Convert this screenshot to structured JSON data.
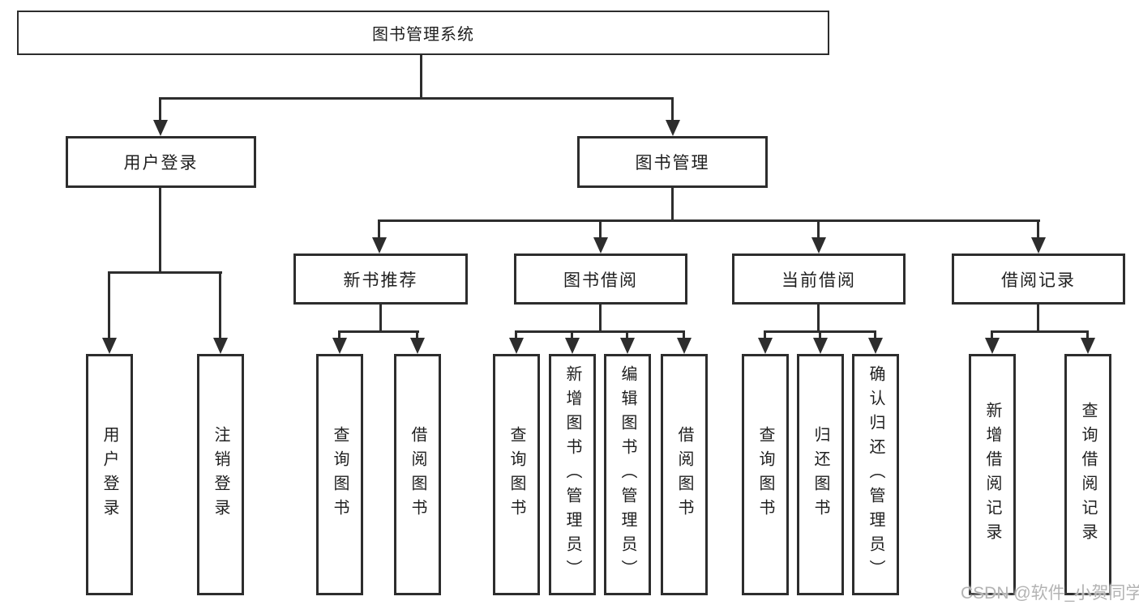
{
  "tree": {
    "root": {
      "label": "图书管理系统"
    },
    "branches": [
      {
        "label": "用户登录",
        "children": [
          {
            "label": "用户登录"
          },
          {
            "label": "注销登录"
          }
        ]
      },
      {
        "label": "图书管理",
        "children": [
          {
            "label": "新书推荐",
            "children": [
              {
                "label": "查询图书"
              },
              {
                "label": "借阅图书"
              }
            ]
          },
          {
            "label": "图书借阅",
            "children": [
              {
                "label": "查询图书"
              },
              {
                "label": "新增图书（管理员）"
              },
              {
                "label": "编辑图书（管理员）"
              },
              {
                "label": "借阅图书"
              }
            ]
          },
          {
            "label": "当前借阅",
            "children": [
              {
                "label": "查询图书"
              },
              {
                "label": "归还图书"
              },
              {
                "label": "确认归还（管理员）"
              }
            ]
          },
          {
            "label": "借阅记录",
            "children": [
              {
                "label": "新增借阅记录"
              },
              {
                "label": "查询借阅记录"
              }
            ]
          }
        ]
      }
    ]
  },
  "watermark": {
    "text": "CSDN @软件_小贺同学"
  },
  "colors": {
    "line": "#2d2d2d",
    "text": "#1f1f1f",
    "watermark": "#b3b3b3",
    "background": "#ffffff"
  }
}
